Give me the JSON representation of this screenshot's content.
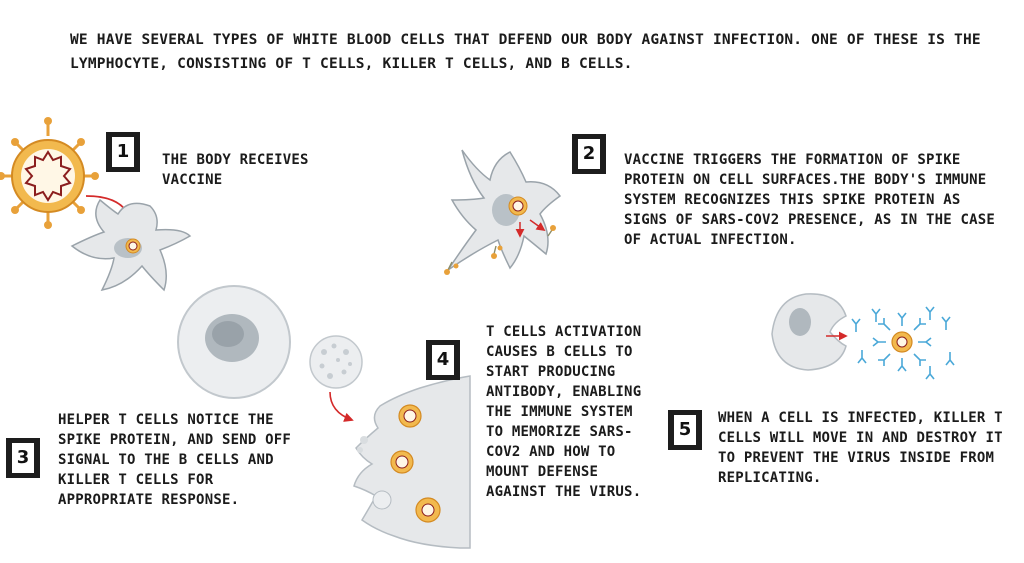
{
  "intro": "WE HAVE SEVERAL TYPES OF WHITE BLOOD CELLS THAT DEFEND OUR BODY AGAINST INFECTION. ONE OF THESE IS THE LYMPHOCYTE, CONSISTING OF T CELLS, KILLER T CELLS, AND B CELLS.",
  "steps": [
    {
      "number": "1",
      "lines": [
        "THE BODY RECEIVES",
        "VACCINE"
      ]
    },
    {
      "number": "2",
      "lines": [
        "VACCINE TRIGGERS THE FORMATION OF SPIKE",
        "PROTEIN ON CELL SURFACES.THE BODY'S IMMUNE",
        "SYSTEM RECOGNIZES THIS SPIKE PROTEIN AS",
        "SIGNS OF SARS-COV2 PRESENCE, AS IN THE CASE",
        "OF ACTUAL INFECTION."
      ]
    },
    {
      "number": "3",
      "lines": [
        "HELPER T CELLS NOTICE THE",
        "SPIKE PROTEIN, AND SEND OFF",
        "SIGNAL TO THE B CELLS AND",
        "KILLER T CELLS FOR",
        "APPROPRIATE RESPONSE."
      ]
    },
    {
      "number": "4",
      "lines": [
        "T CELLS ACTIVATION",
        "CAUSES B CELLS TO",
        "START PRODUCING",
        "ANTIBODY, ENABLING",
        "THE IMMUNE SYSTEM",
        "TO MEMORIZE SARS-",
        "COV2 AND HOW TO",
        "MOUNT DEFENSE",
        "AGAINST THE VIRUS."
      ]
    },
    {
      "number": "5",
      "lines": [
        "WHEN A CELL IS INFECTED, KILLER T",
        "CELLS WILL MOVE IN AND DESTROY IT",
        "TO PREVENT THE VIRUS INSIDE FROM",
        "REPLICATING."
      ]
    }
  ],
  "colors": {
    "ink": "#1b1b1b",
    "cell": "#e6e8ea",
    "cell_edge": "#9aa3aa",
    "nucleus": "#b9c1c7",
    "virus": "#e8a13a",
    "virus_core": "#8b1e1e",
    "antibody": "#4aa8d8",
    "arrow": "#d42a2a"
  }
}
